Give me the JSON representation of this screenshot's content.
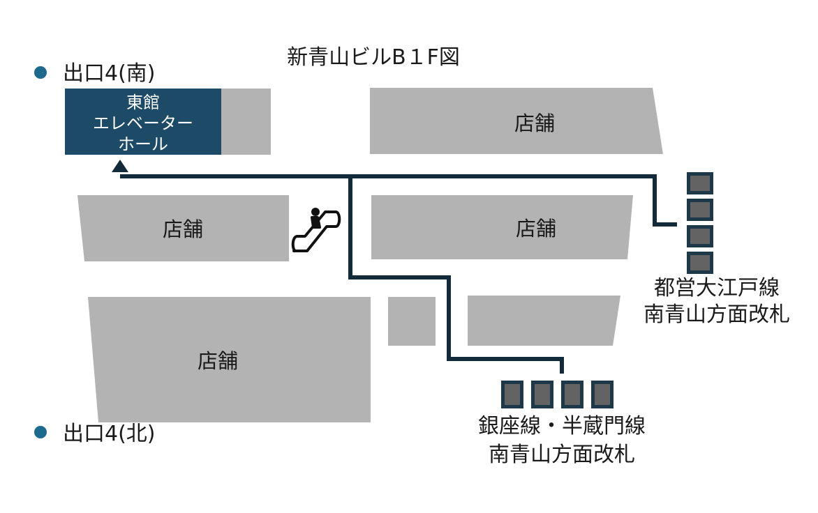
{
  "map": {
    "title": "新青山ビルB１F図",
    "exits": {
      "south": "出口4(南)",
      "north": "出口4(北)"
    },
    "elevator_hall": {
      "line1": "東館",
      "line2": "エレベーター",
      "line3": "ホール"
    },
    "shops": {
      "shop_top_right": "店舗",
      "shop_mid_left": "店舗",
      "shop_mid_right": "店舗",
      "shop_bottom_left": "店舗"
    },
    "gates": {
      "oedo": {
        "line1": "都営大江戸線",
        "line2": "南青山方面改札"
      },
      "ginza_hanzomon": {
        "line1": "銀座線・半蔵門線",
        "line2": "南青山方面改札"
      }
    },
    "icons": [
      "exit-dot-icon",
      "escalator-icon",
      "ticket-gate-icon",
      "route-arrow-icon"
    ],
    "colors": {
      "route": "#132a3a",
      "elevator_hall": "#1d4a66",
      "exit_dot": "#1e6a8e",
      "shop": "#b3b3b3"
    }
  }
}
